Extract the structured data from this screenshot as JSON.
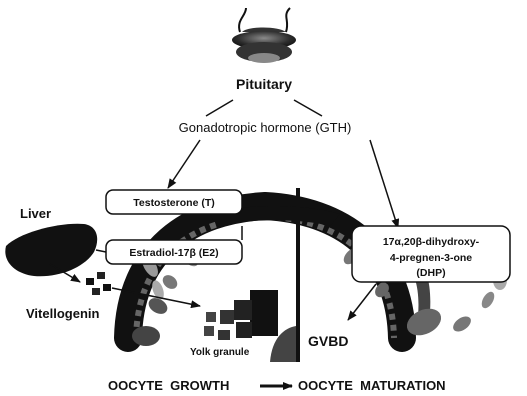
{
  "labels": {
    "pituitary": "Pituitary",
    "gth": "Gonadotropic hormone (GTH)",
    "testosterone": "Testosterone (T)",
    "estradiol": "Estradiol-17β (E2)",
    "liver": "Liver",
    "vitellogenin": "Vitellogenin",
    "yolk_granule": "Yolk granule",
    "gvbd": "GVBD",
    "dhp_line1": "17α,20β-dihydroxy-",
    "dhp_line2": "4-pregnen-3-one",
    "dhp_line3": "(DHP)"
  },
  "footer": {
    "growth": "OOCYTE  GROWTH",
    "maturation": "OOCYTE  MATURATION"
  }
}
